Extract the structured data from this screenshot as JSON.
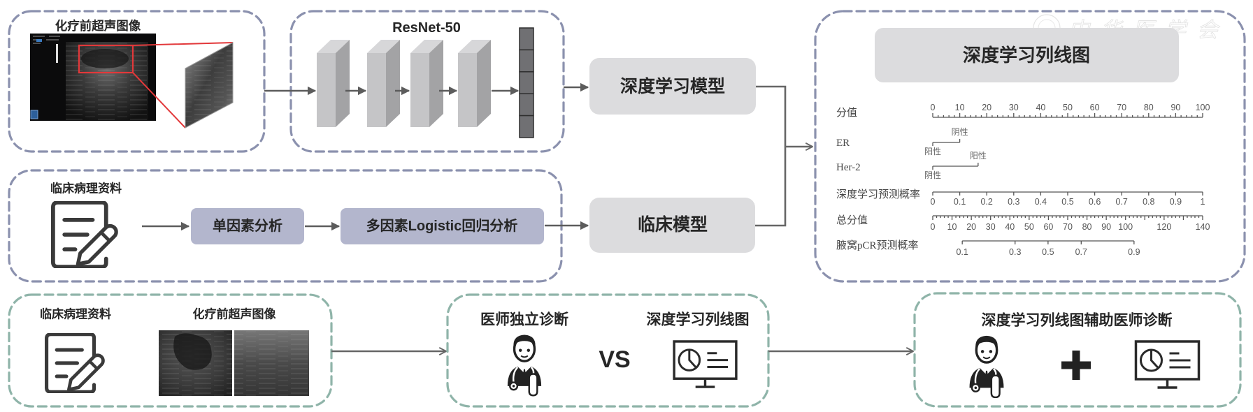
{
  "ultrasound_panel": {
    "title": "化疗前超声图像"
  },
  "resnet_panel": {
    "title": "ResNet-50"
  },
  "models": {
    "deep_learning": "深度学习模型",
    "clinical": "临床模型"
  },
  "clinical_panel": {
    "title": "临床病理资料",
    "steps": [
      "单因素分析",
      "多因素Logistic回归分析"
    ]
  },
  "nomogram": {
    "title": "深度学习列线图",
    "points_axis": {
      "label": "分值",
      "min": 0,
      "max": 100,
      "major_step": 10,
      "minor_step": 2,
      "tick_labels": [
        0,
        10,
        20,
        30,
        40,
        50,
        60,
        70,
        80,
        90,
        100
      ]
    },
    "variables": [
      {
        "label": "ER",
        "levels": [
          {
            "name": "阳性",
            "points": 0,
            "position": "below"
          },
          {
            "name": "阴性",
            "points": 10,
            "position": "above"
          }
        ]
      },
      {
        "label": "Her-2",
        "levels": [
          {
            "name": "阴性",
            "points": 0,
            "position": "below"
          },
          {
            "name": "阳性",
            "points": 16.8,
            "position": "above"
          }
        ]
      }
    ],
    "dl_probability_axis": {
      "label": "深度学习预测概率",
      "ticks": [
        {
          "value": "0",
          "points": 0
        },
        {
          "value": "0.1",
          "points": 10
        },
        {
          "value": "0.2",
          "points": 20
        },
        {
          "value": "0.3",
          "points": 30
        },
        {
          "value": "0.4",
          "points": 40
        },
        {
          "value": "0.5",
          "points": 50
        },
        {
          "value": "0.6",
          "points": 60
        },
        {
          "value": "0.7",
          "points": 70
        },
        {
          "value": "0.8",
          "points": 80
        },
        {
          "value": "0.9",
          "points": 90
        },
        {
          "value": "1",
          "points": 100
        }
      ]
    },
    "total_points_axis": {
      "label": "总分值",
      "min": 0,
      "max": 140,
      "major_step": 10,
      "minor_step": 2,
      "tick_labels": [
        0,
        10,
        20,
        30,
        40,
        50,
        60,
        70,
        80,
        90,
        100,
        120,
        140
      ]
    },
    "pcr_probability_axis": {
      "label": "腋窝pCR预测概率",
      "ticks": [
        {
          "value": "0.1",
          "total_points": 15.3
        },
        {
          "value": "0.3",
          "total_points": 42.7
        },
        {
          "value": "0.5",
          "total_points": 59.8
        },
        {
          "value": "0.7",
          "total_points": 77.0
        },
        {
          "value": "0.9",
          "total_points": 104.4
        }
      ]
    }
  },
  "validation": {
    "inputs": {
      "clinical_title": "临床病理资料",
      "ultrasound_title": "化疗前超声图像"
    },
    "comparison": {
      "physician_title": "医师独立诊断",
      "versus": "VS",
      "nomogram_title": "深度学习列线图"
    },
    "assisted": {
      "title": "深度学习列线图辅助医师诊断"
    }
  },
  "watermark": {
    "text": "中华医学会"
  },
  "colors": {
    "box_top": "#8b91ae",
    "box_bottom": "#8fb4a9",
    "model_box": "#dcdcde",
    "analysis_box": "#b3b6cd",
    "roi_red": "#e2383a"
  }
}
